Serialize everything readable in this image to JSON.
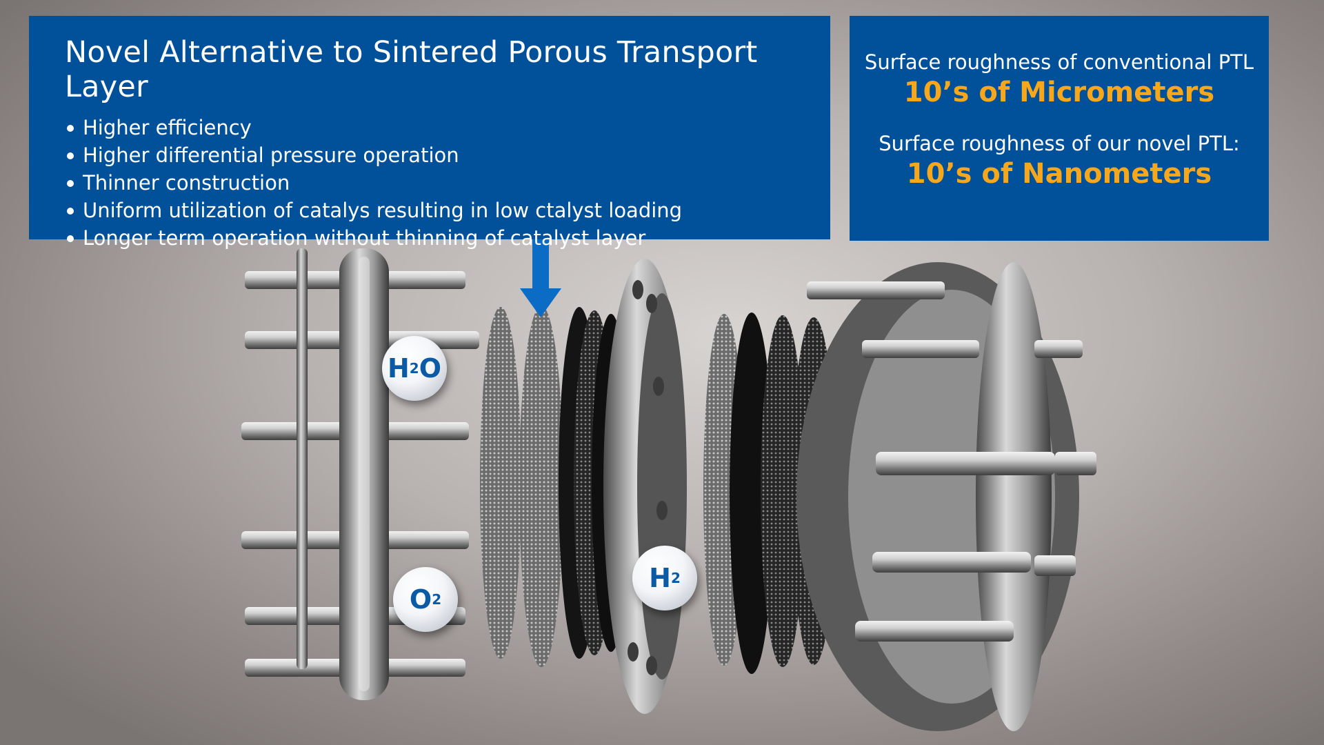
{
  "main_panel": {
    "title": "Novel Alternative to Sintered Porous Transport Layer",
    "bullets": [
      "Higher efficiency",
      "Higher differential pressure operation",
      "Thinner construction",
      "Uniform utilization of catalys resulting in low ctalyst loading",
      "Longer term operation without thinning of catalyst layer"
    ]
  },
  "side_panel": {
    "conventional_label": "Surface roughness of conventional PTL",
    "conventional_value": "10’s of Micrometers",
    "novel_label": "Surface roughness of our novel PTL:",
    "novel_value": "10’s of Nanometers"
  },
  "molecules": {
    "water": {
      "main": "H",
      "sub": "2",
      "tail": "O"
    },
    "oxygen": {
      "main": "O",
      "sub": "2"
    },
    "hydrogen": {
      "main": "H",
      "sub": "2"
    }
  },
  "colors": {
    "panel": "#00519a",
    "accent": "#f7a71c",
    "arrow": "#0a6cc4"
  }
}
